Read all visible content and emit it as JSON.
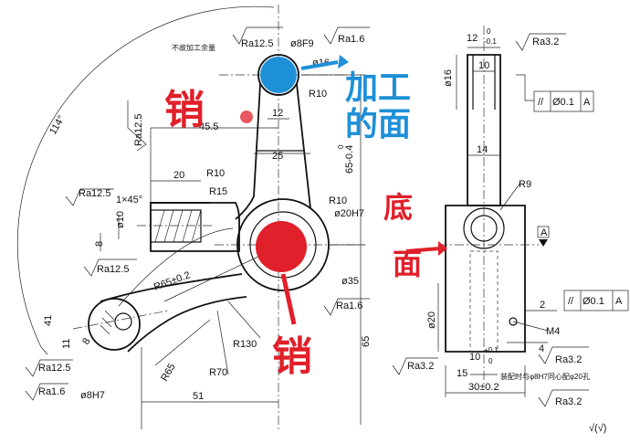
{
  "annotations": {
    "pin_top": "销",
    "pin_bottom": "销",
    "machined_face": "加工的面",
    "bottom_face": "底面"
  },
  "colors": {
    "red": "#e0202a",
    "blue": "#1e90d8"
  },
  "front_view": {
    "note_top": "不故加工余量",
    "ra_top": "Ra12.5",
    "dia_8f9": "ø8F9",
    "ra_16": "Ra1.6",
    "dia_16": "ø16",
    "r10_top": "R10",
    "dim_12": "12",
    "dim_45": "45.5",
    "dim_25": "25",
    "ra_left_vert": "Ra12.5",
    "dim_20": "20",
    "r10_mid": "R10",
    "r15": "R15",
    "ra_left": "Ra12.5",
    "chamfer": "1×45°",
    "dia_10": "ø10",
    "dim_8": "8",
    "r10_right": "R10",
    "dia_20h7": "ø20H7",
    "dim_65_tol": "65-0.4",
    "dim_65_tol_upper": "0",
    "ra_arm": "Ra12.5",
    "r65_tol": "R65±0.2",
    "dia_35": "ø35",
    "ra_16b": "Ra1.6",
    "angle_114": "114°",
    "dim_41": "41",
    "dim_11": "11",
    "dim_8b": "8",
    "ra_bl": "Ra12.5",
    "ra_bl2": "Ra1.6",
    "dia_8h7": "ø8H7",
    "r130": "R130",
    "r70": "R70",
    "r65": "R65",
    "dim_51": "51",
    "dim_65": "65"
  },
  "side_view": {
    "dim_12_tol": "12",
    "tol_12_upper": "0",
    "tol_12_lower": "-0.1",
    "ra_32": "Ra3.2",
    "dim_10": "10",
    "dia_16": "ø16",
    "par1": "//",
    "par1_val": "Ø0.1",
    "par1_ref": "A",
    "dim_14": "14",
    "r9": "R9",
    "datum": "A",
    "dim_2": "2",
    "par2": "//",
    "par2_val": "Ø0.1",
    "par2_ref": "A",
    "dia_20": "ø20",
    "m4": "M4",
    "dim_4": "4",
    "ra_32b": "Ra3.2",
    "dim_10b": "10",
    "tol_10_upper": "+0.1",
    "tol_10_lower": "0",
    "ra_32c": "Ra3.2",
    "dim_15": "15",
    "note_bottom": "装配时与φ8H7同心配φ20孔",
    "dim_30": "30±0.2",
    "ra_32d": "Ra3.2",
    "general_rough": "√(√)"
  }
}
